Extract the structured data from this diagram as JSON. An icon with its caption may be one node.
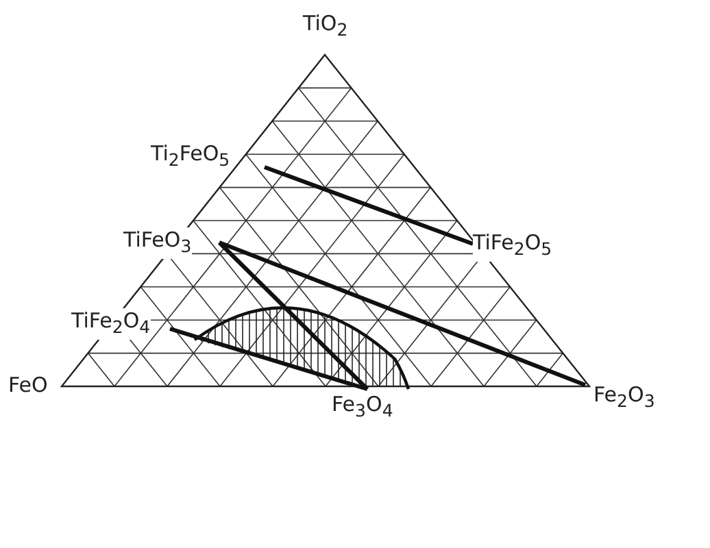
{
  "diagram": {
    "nodes": [
      {
        "text": [
          "Ti$_{2}$FeO$_{5}$"
        ]
      },
      {
        "text": [
          "TiFe$_{2}$O$_{5}$"
        ]
      },
      {
        "text": [
          "TiFeO$_{3}$"
        ]
      },
      {
        "text": [
          "TiFe$_{2}$O$_{4}$"
        ]
      },
      {
        "text": [
          "Fe$_{2}$O$_{3}$"
        ]
      },
      {
        "text": [
          "Fe$_{3}$O$_{4}$"
        ]
      }
    ],
    "edges": [
      {
        "from": 0,
        "to": 1,
        "arrow": "none"
      },
      {
        "from": 2,
        "to": 4,
        "arrow": "none"
      },
      {
        "from": 2,
        "to": 5,
        "arrow": "none"
      },
      {
        "from": 3,
        "to": 5,
        "arrow": "none"
      }
    ],
    "labels": [
      "TiO$_{2}$",
      "FeO"
    ]
  }
}
